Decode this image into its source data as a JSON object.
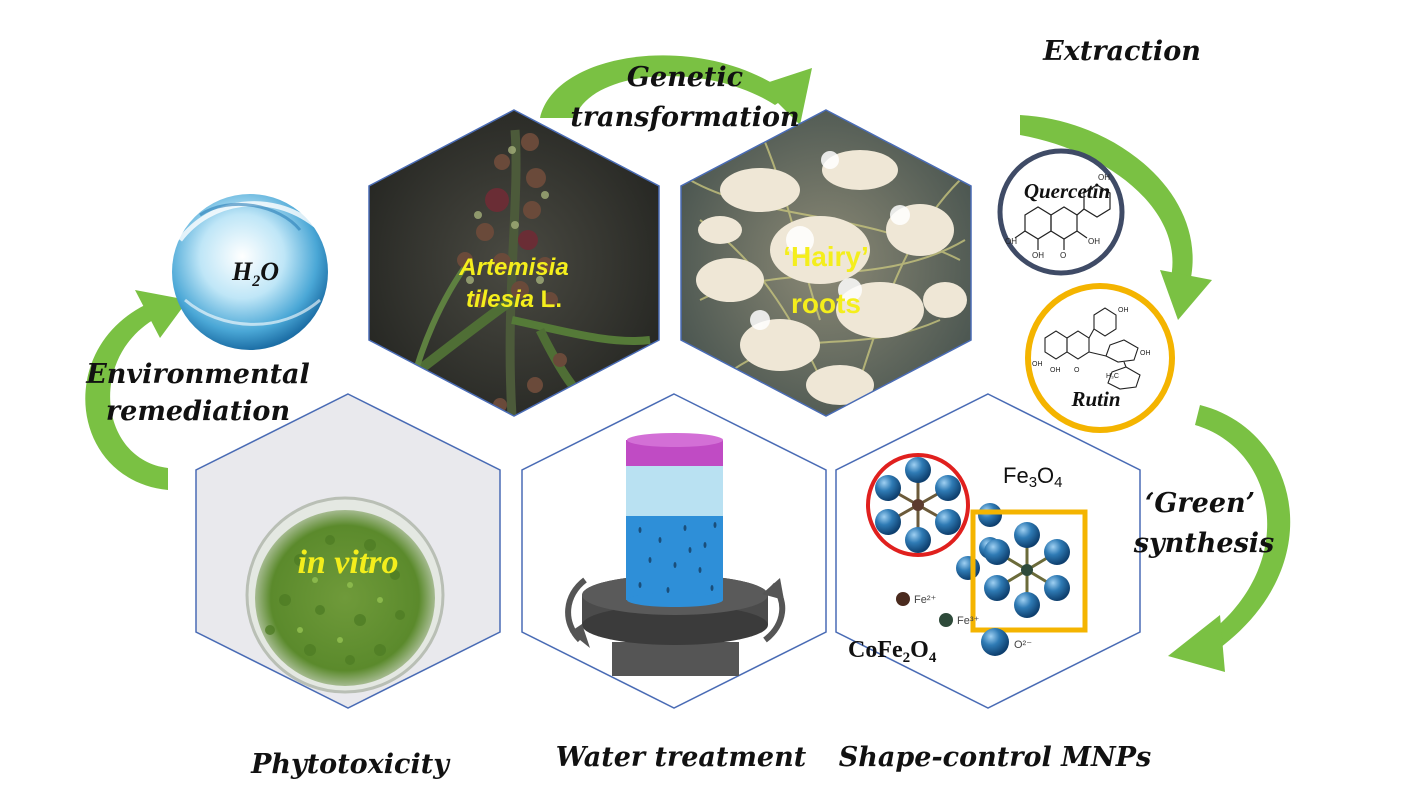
{
  "labels": {
    "genetic_line1": "Genetic",
    "genetic_line2": "transformation",
    "extraction": "Extraction",
    "env_line1": "Environmental",
    "env_line2": "remediation",
    "green_line1": "‘Green’",
    "green_line2": "synthesis",
    "phytotoxicity": "Phytotoxicity",
    "water_treatment": "Water treatment",
    "shape_control": "Shape-control MNPs"
  },
  "panels": {
    "artemisia_line1": "Artemisia",
    "artemisia_line2_italic": "tilesia",
    "artemisia_line2_rest": " L.",
    "hairy_line1": "‘Hairy’",
    "hairy_line2": "roots",
    "in_vitro": "in vitro"
  },
  "molecules": {
    "water": "H",
    "water_sub": "2",
    "water_end": "O",
    "quercetin": "Quercetin",
    "rutin": "Rutin",
    "oh": "OH",
    "o": "O",
    "h3c": "H₃C"
  },
  "mnp": {
    "fe3o4_a": "Fe",
    "fe3o4_b": "3",
    "fe3o4_c": "O",
    "fe3o4_d": "4",
    "cofe_a": "CoFe",
    "cofe_b": "2",
    "cofe_c": "O",
    "cofe_d": "4",
    "fe2": "Fe²⁺",
    "fe3": "Fe³⁺",
    "o2": "O²⁻"
  },
  "colors": {
    "arrow_green": "#7ac143",
    "hex_border": "#4a6cb5",
    "text_yellow": "#f4ee1c",
    "quercetin_ring": "#3f4b66",
    "rutin_ring": "#f4b400",
    "cofe_ring": "#e0201e",
    "fe3o4_box": "#f4b400",
    "sphere": "#2f7bb5",
    "jar_cap": "#c04bc4",
    "jar_liquid": "#2e8fd8"
  }
}
